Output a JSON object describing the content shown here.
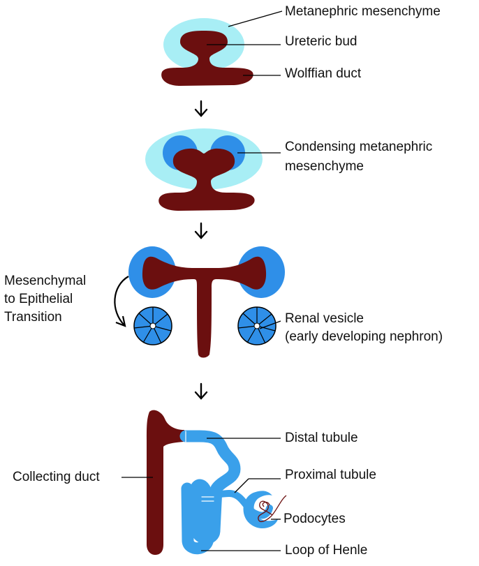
{
  "colors": {
    "duct": "#6b0f0f",
    "mesenchyme_light": "#a8eef5",
    "mesenchyme_dark": "#2f8fe8",
    "tubule": "#3aa0ea",
    "line": "#000000"
  },
  "labels": {
    "metanephric_mesenchyme": "Metanephric mesenchyme",
    "ureteric_bud": "Ureteric bud",
    "wolffian_duct": "Wolffian duct",
    "condensing_line1": "Condensing metanephric",
    "condensing_line2": "mesenchyme",
    "met_line1": "Mesenchymal",
    "met_line2": "to Epithelial",
    "met_line3": "Transition",
    "renal_vesicle_line1": "Renal vesicle",
    "renal_vesicle_line2": "(early developing nephron)",
    "distal_tubule": "Distal tubule",
    "proximal_tubule": "Proximal tubule",
    "collecting_duct": "Collecting duct",
    "podocytes": "Podocytes",
    "loop_of_henle": "Loop of Henle"
  }
}
